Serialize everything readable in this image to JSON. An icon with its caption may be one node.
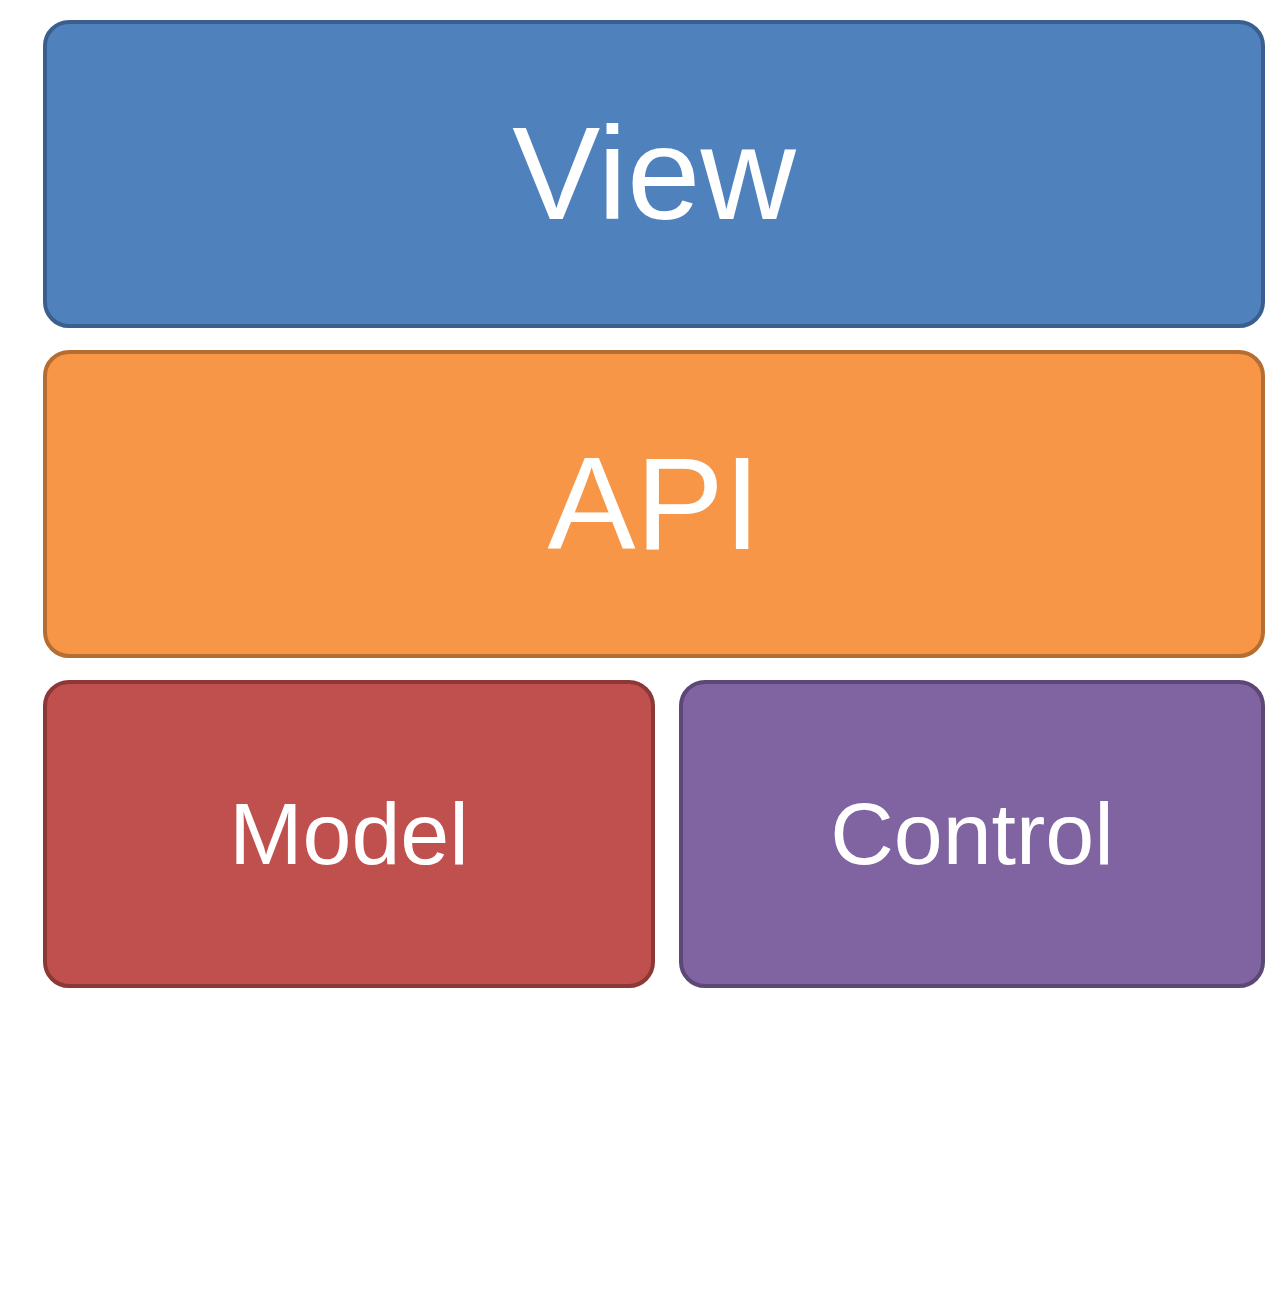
{
  "diagram": {
    "nodes": [
      {
        "text": [
          "View"
        ]
      },
      {
        "text": [
          "API"
        ]
      },
      {
        "text": [
          "Model"
        ]
      },
      {
        "text": [
          "Control"
        ]
      }
    ]
  }
}
